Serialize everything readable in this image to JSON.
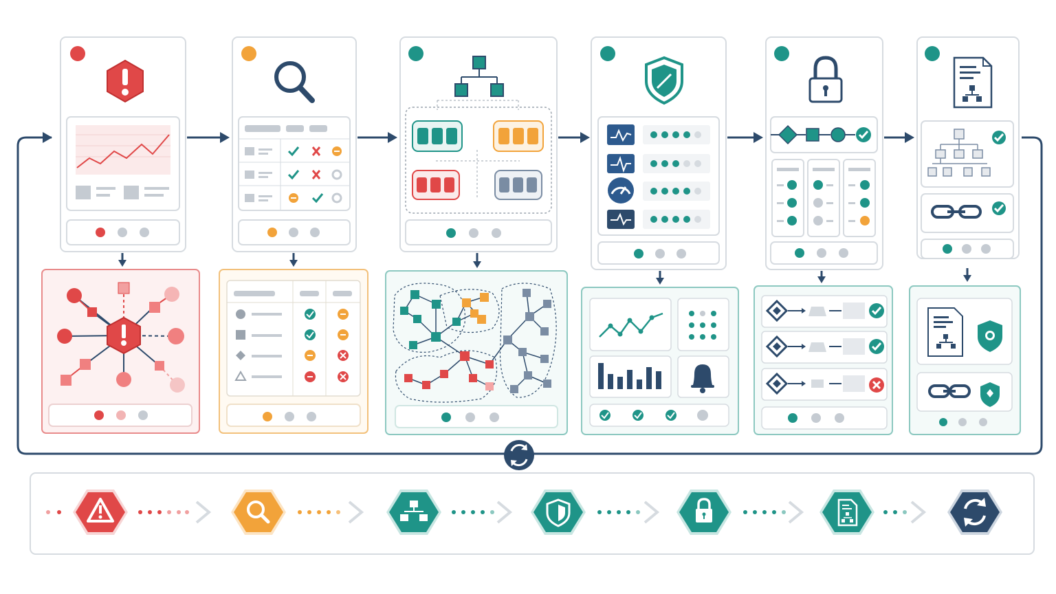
{
  "colors": {
    "red": "#e04848",
    "orange": "#f2a33a",
    "teal": "#1f9488",
    "navy": "#2d4a6b",
    "card_border": "#d6dbe0",
    "dot_grey": "#c5cbd2",
    "bg": "#ffffff"
  },
  "stages": [
    {
      "key": "alert",
      "status_color": "red",
      "icon": "warning-hexagon-icon",
      "detail": "dependency-graph"
    },
    {
      "key": "inspect",
      "status_color": "orange",
      "icon": "magnifier-icon",
      "detail": "checklist-table"
    },
    {
      "key": "structure",
      "status_color": "teal",
      "icon": "hierarchy-icon",
      "detail": "clustered-network"
    },
    {
      "key": "monitor",
      "status_color": "teal",
      "icon": "shield-check-icon",
      "detail": "dashboard-panels"
    },
    {
      "key": "secure",
      "status_color": "teal",
      "icon": "padlock-icon",
      "detail": "validation-pipeline"
    },
    {
      "key": "document",
      "status_color": "teal",
      "icon": "document-tree-icon",
      "detail": "linked-policies"
    }
  ],
  "loop": {
    "icon": "cycle-arrows-icon"
  },
  "bottom_track": {
    "steps": [
      {
        "icon": "warning-icon",
        "color": "red"
      },
      {
        "icon": "search-icon",
        "color": "orange"
      },
      {
        "icon": "hierarchy-icon",
        "color": "teal"
      },
      {
        "icon": "shield-icon",
        "color": "teal"
      },
      {
        "icon": "lock-icon",
        "color": "teal"
      },
      {
        "icon": "document-icon",
        "color": "teal"
      },
      {
        "icon": "refresh-icon",
        "color": "navy"
      }
    ]
  }
}
